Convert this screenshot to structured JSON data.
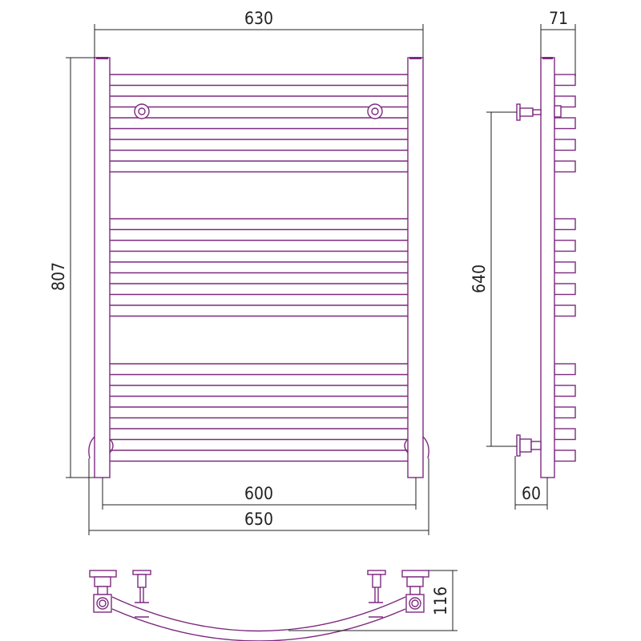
{
  "drawing": {
    "colors": {
      "part": "#7d2a7f",
      "dimension": "#222222"
    },
    "front_view": {
      "width_top": "630",
      "height": "807",
      "rail_spacing": "600",
      "width_bottom": "650",
      "rung_groups": 3,
      "lines_per_group": 10
    },
    "side_view": {
      "depth": "71",
      "bracket_spacing": "640",
      "wall_offset": "60"
    },
    "top_view": {
      "depth": "116"
    }
  }
}
